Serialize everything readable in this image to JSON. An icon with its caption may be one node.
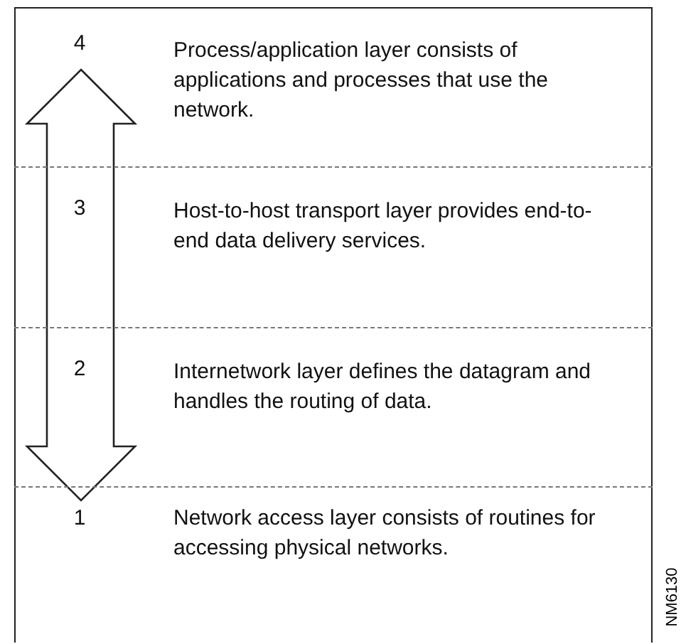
{
  "diagram": {
    "nodes": [
      {
        "text": [
          "4",
          "Process/application layer consists of applications and processes that use the network."
        ]
      },
      {
        "text": [
          "3",
          "Host-to-host transport layer provides end-to-end data delivery services."
        ]
      },
      {
        "text": [
          "2",
          "Internetwork layer defines the datagram and handles the routing of data."
        ]
      },
      {
        "text": [
          "1",
          "Network access layer consists of routines for accessing physical networks."
        ]
      }
    ],
    "labels": [
      "NM6130"
    ]
  }
}
